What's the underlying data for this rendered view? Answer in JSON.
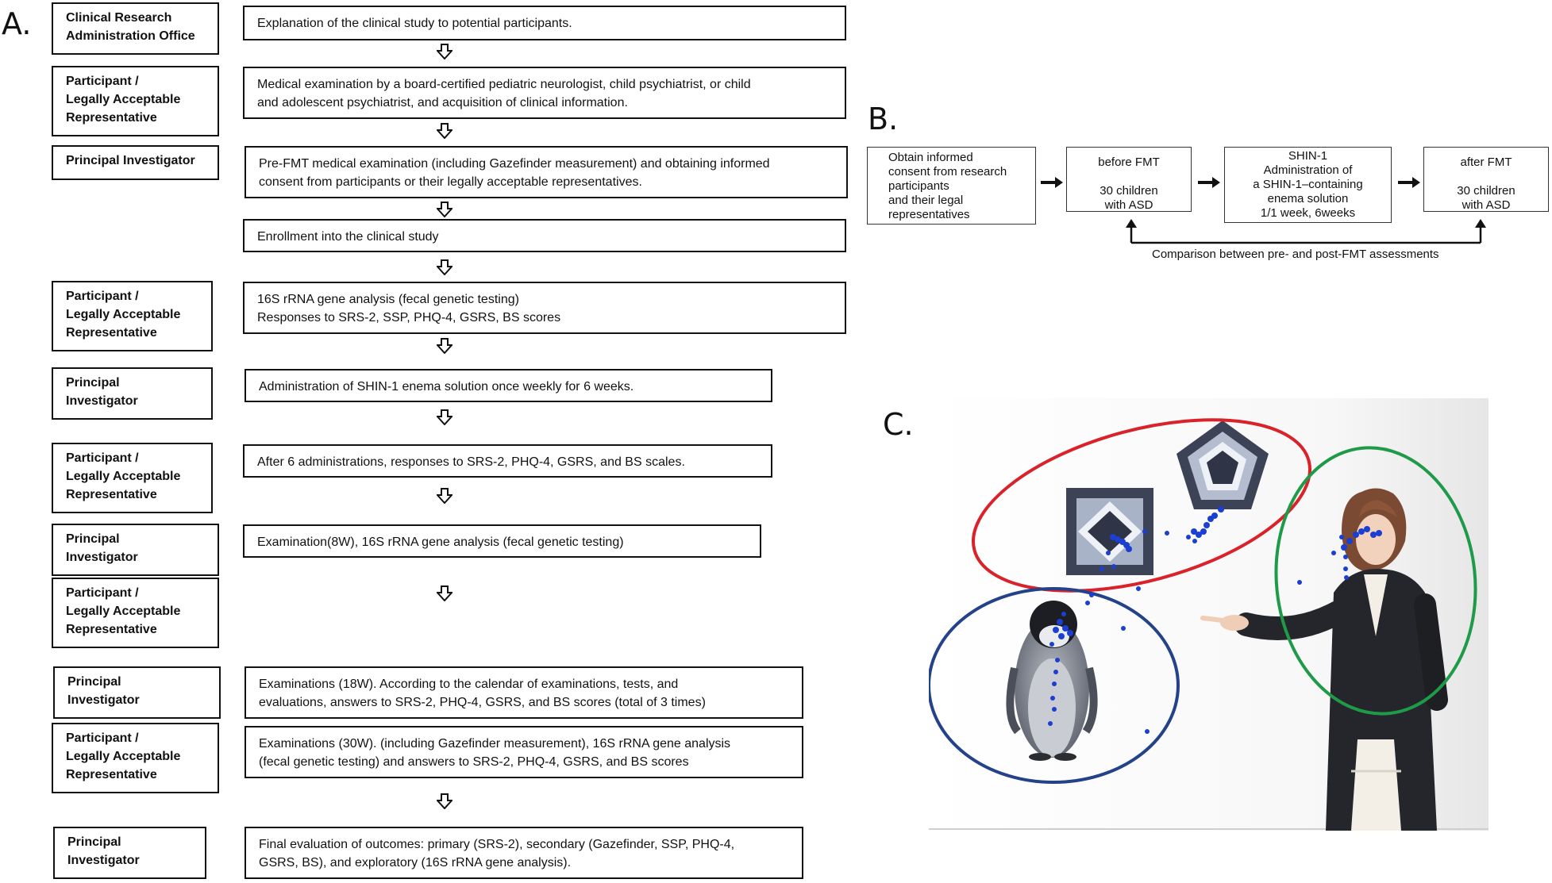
{
  "panels": {
    "a": "A.",
    "b": "B.",
    "c": "C."
  },
  "panel_a": {
    "roles": [
      {
        "text": "Clinical Research\nAdministration Office"
      },
      {
        "text": "Participant /\nLegally Acceptable\nRepresentative"
      },
      {
        "text": "Principal Investigator"
      },
      {
        "text": "Participant /\nLegally Acceptable\nRepresentative"
      },
      {
        "text": "Principal\nInvestigator"
      },
      {
        "text": "Participant /\nLegally Acceptable\nRepresentative"
      },
      {
        "text": "Principal\nInvestigator"
      },
      {
        "text": "Participant /\nLegally Acceptable\nRepresentative"
      },
      {
        "text": "Principal\nInvestigator"
      },
      {
        "text": "Participant /\nLegally Acceptable\nRepresentative"
      },
      {
        "text": "Principal\nInvestigator"
      }
    ],
    "steps": [
      {
        "text": "Explanation of the clinical study to potential participants."
      },
      {
        "text": "Medical examination by a board-certified pediatric neurologist, child psychiatrist, or child\nand adolescent psychiatrist, and acquisition of clinical information."
      },
      {
        "text": "Pre-FMT medical examination (including Gazefinder measurement) and obtaining informed\nconsent from participants or their legally acceptable representatives."
      },
      {
        "text": "Enrollment into the clinical study"
      },
      {
        "text": "16S rRNA gene analysis (fecal genetic testing)\nResponses to SRS-2, SSP, PHQ-4, GSRS, BS scores"
      },
      {
        "text": "Administration of SHIN-1 enema solution once weekly for 6 weeks."
      },
      {
        "text": "After 6 administrations, responses to SRS-2, PHQ-4, GSRS, and BS scales."
      },
      {
        "text": "Examination(8W), 16S rRNA gene analysis (fecal genetic testing)"
      },
      {
        "text": "Examinations (18W). According to the calendar of examinations, tests, and\nevaluations, answers to SRS-2, PHQ-4, GSRS, and BS scores (total of 3 times)"
      },
      {
        "text": "Examinations (30W). (including Gazefinder measurement), 16S rRNA gene analysis\n(fecal genetic testing) and answers to SRS-2, PHQ-4, GSRS, and BS scores"
      },
      {
        "text": "Final evaluation of outcomes: primary (SRS-2), secondary (Gazefinder, SSP, PHQ-4,\nGSRS, BS), and exploratory (16S rRNA gene analysis)."
      }
    ]
  },
  "panel_b": {
    "boxes": [
      {
        "text": "Obtain informed\nconsent from research\nparticipants\nand their legal\nrepresentatives"
      },
      {
        "text": "before FMT\n\n30 children\nwith ASD"
      },
      {
        "text": "SHIN-1\nAdministration of\na SHIN-1–containing\nenema solution\n1/1 week, 6weeks"
      },
      {
        "text": "after FMT\n\n30 children\nwith ASD"
      }
    ],
    "comparison": "Comparison between pre- and post-FMT assessments"
  },
  "panel_c": {
    "colors": {
      "red": "#d9222a",
      "green": "#1f9a48",
      "blue": "#23428a",
      "gaze": "#1b3fd1"
    }
  }
}
